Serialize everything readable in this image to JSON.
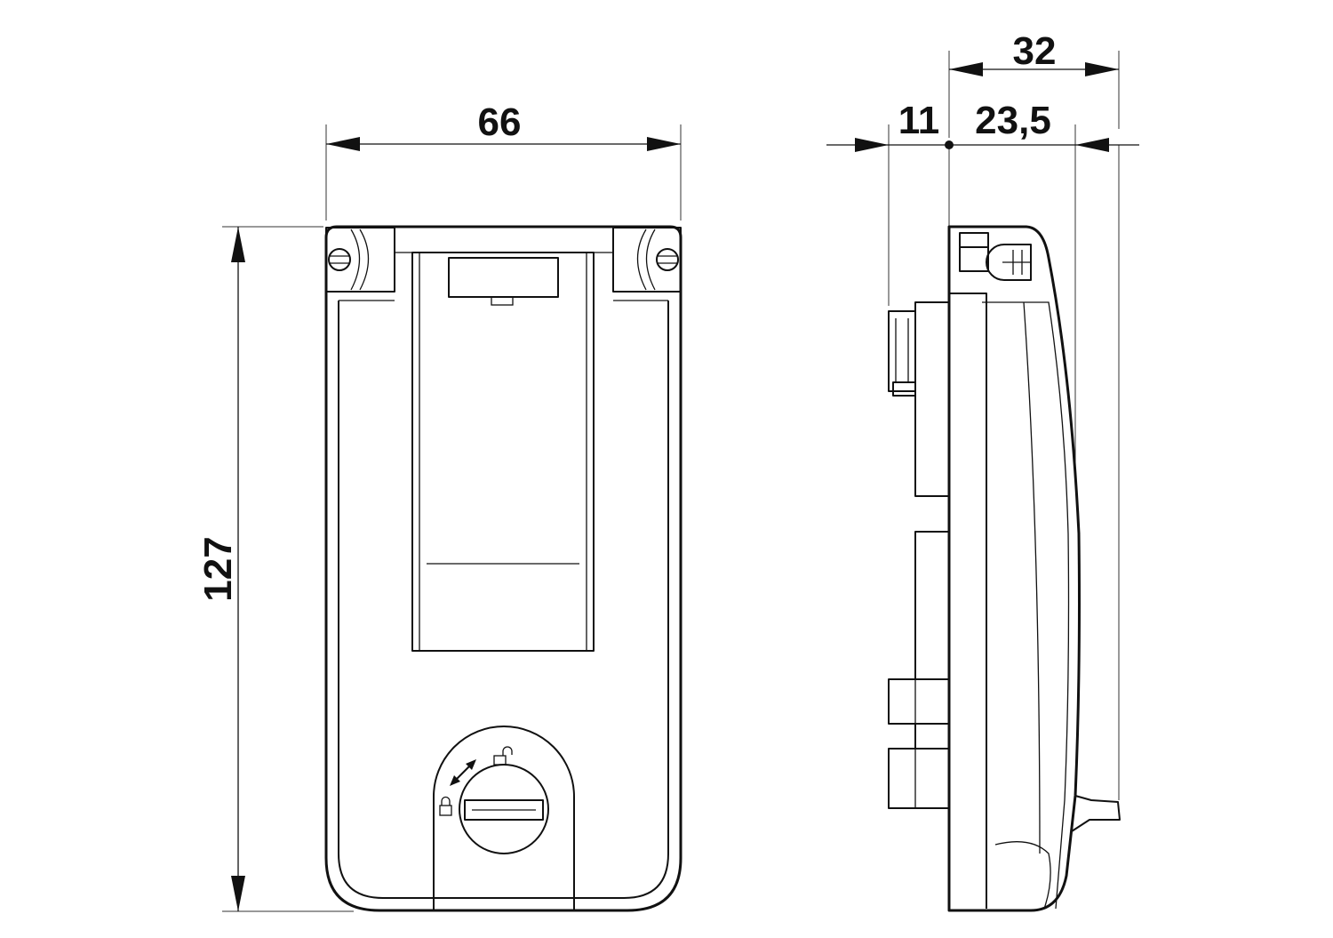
{
  "front_view": {
    "width_dimension": "66",
    "height_dimension": "127"
  },
  "side_view": {
    "total_depth_dimension": "32",
    "front_depth_dimension": "11",
    "rear_depth_dimension": "23,5"
  },
  "colors": {
    "line": "#111111",
    "background": "#ffffff"
  }
}
